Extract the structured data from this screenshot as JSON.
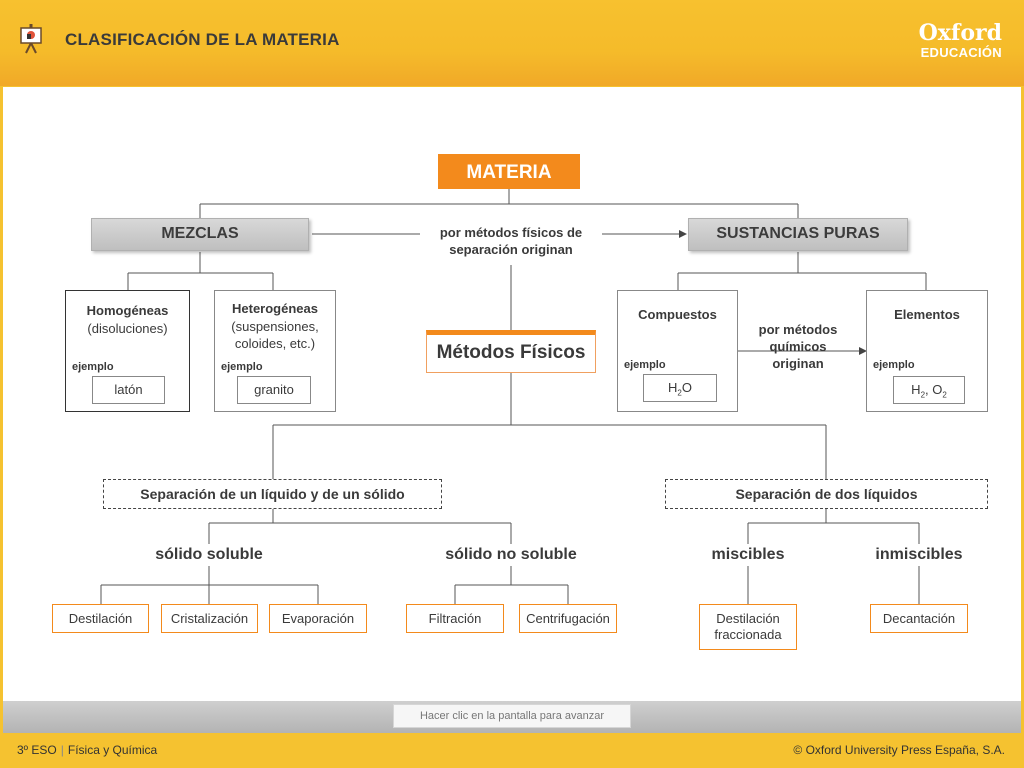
{
  "header": {
    "title": "CLASIFICACIÓN DE LA MATERIA",
    "brand_name": "Oxford",
    "brand_sub": "EDUCACIÓN"
  },
  "diagram": {
    "materia": "MATERIA",
    "mezclas": "MEZCLAS",
    "sustancias_puras": "SUSTANCIAS PURAS",
    "mid_text": "por métodos físicos de separación originan",
    "metodos_fisicos": "Métodos Físicos",
    "ejemplo_label": "ejemplo",
    "homogeneas": {
      "title": "Homogéneas",
      "sub": "(disoluciones)",
      "example": "latón"
    },
    "heterogeneas": {
      "title": "Heterogéneas",
      "sub": "(suspensiones, coloides, etc.)",
      "example": "granito"
    },
    "compuestos": {
      "title": "Compuestos",
      "example_main": "H",
      "example_sub": "2",
      "example_end": "O"
    },
    "elementos": {
      "title": "Elementos",
      "ex_h": "H",
      "ex_h_sub": "2",
      "ex_comma": ", O",
      "ex_o_sub": "2"
    },
    "quimicos_text": "por métodos químicos originan",
    "sep_liquido_solido": "Separación de un líquido y de un sólido",
    "sep_dos_liquidos": "Separación de dos líquidos",
    "solido_soluble": "sólido soluble",
    "solido_no_soluble": "sólido no soluble",
    "miscibles": "miscibles",
    "inmiscibles": "inmiscibles",
    "methods": {
      "destilacion": "Destilación",
      "cristalizacion": "Cristalización",
      "evaporacion": "Evaporación",
      "filtracion": "Filtración",
      "centrifugacion": "Centrifugación",
      "destilacion_fraccionada": "Destilación fraccionada",
      "decantacion": "Decantación"
    }
  },
  "footer": {
    "advance": "Hacer clic en la pantalla para avanzar",
    "course": "3º ESO",
    "subject": "Física y Química",
    "copyright": "© Oxford University Press España, S.A."
  },
  "colors": {
    "accent_orange": "#f38a1c",
    "header_yellow": "#f5c230"
  }
}
